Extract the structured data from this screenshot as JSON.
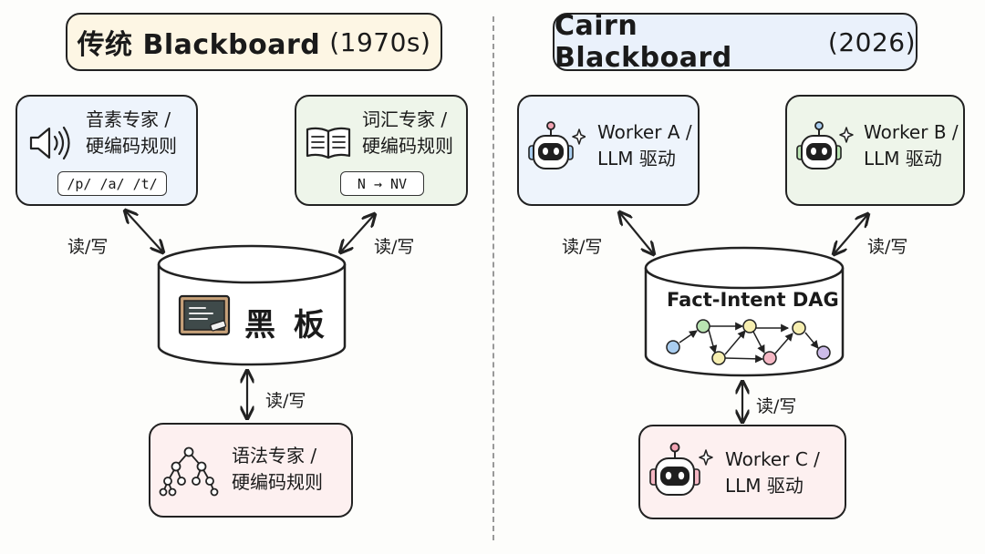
{
  "left": {
    "title": "传统 Blackboard",
    "title_suffix": "(1970s)",
    "phoneme": {
      "line1": "音素专家 /",
      "line2": "硬编码规则",
      "tag": "/p/ /a/ /t/"
    },
    "lexical": {
      "line1": "词汇专家 /",
      "line2": "硬编码规则",
      "tag": "N → NV"
    },
    "blackboard": {
      "label": "黑 板"
    },
    "grammar": {
      "line1": "语法专家 /",
      "line2": "硬编码规则"
    },
    "rw_labels": [
      "读/写",
      "读/写",
      "读/写"
    ]
  },
  "right": {
    "title": "Cairn Blackboard",
    "title_suffix": "(2026)",
    "worker_a": {
      "line1": "Worker A /",
      "line2": "LLM 驱动"
    },
    "worker_b": {
      "line1": "Worker B /",
      "line2": "LLM 驱动"
    },
    "worker_c": {
      "line1": "Worker C /",
      "line2": "LLM 驱动"
    },
    "dag": {
      "label": "Fact-Intent DAG"
    },
    "rw_labels": [
      "读/写",
      "读/写",
      "读/写"
    ]
  },
  "colors": {
    "left_title_bg": "#fdf6e4",
    "right_title_bg": "#eaf1fb",
    "blue_card": "#eef4fc",
    "green_card": "#eef5ea",
    "pink_card": "#fdf0f0",
    "cylinder": "#ffffff",
    "node_blue": "#a9cdef",
    "node_green": "#b9e3b2",
    "node_yellow": "#f6eeb0",
    "node_pink": "#f5b7c4",
    "node_purple": "#cdbce9"
  },
  "icons": [
    "speaker-icon",
    "book-icon",
    "chalkboard-icon",
    "tree-icon",
    "robot-icon",
    "sparkle-icon",
    "double-arrow-icon"
  ]
}
